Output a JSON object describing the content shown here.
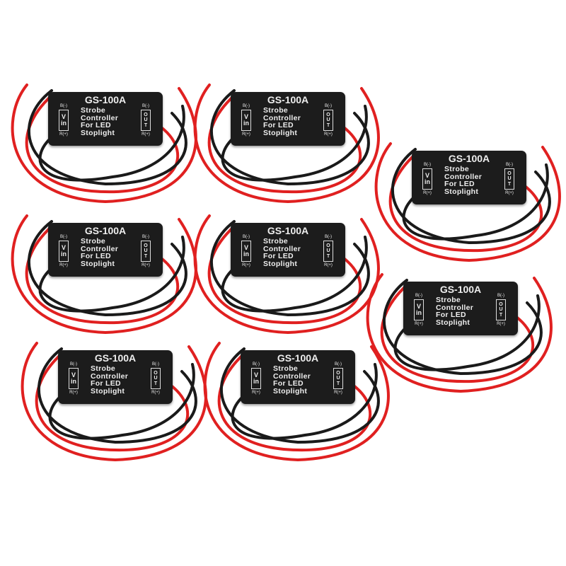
{
  "product": {
    "model": "GS-100A",
    "description_lines": [
      "Strobe",
      "Controller",
      "For LED",
      "Stoplight"
    ],
    "input": {
      "top": "B(-)",
      "label_line1": "V",
      "label_line2": "in",
      "bottom": "R(+)"
    },
    "output": {
      "top": "B(-)",
      "label_line1": "O",
      "label_line2": "U",
      "label_line3": "T",
      "bottom": "R(+)"
    }
  },
  "module_count": 8,
  "colors": {
    "wire_red": "#e02020",
    "wire_black": "#1a1a1a",
    "module_body": "#1c1c1c",
    "background": "#ffffff"
  }
}
